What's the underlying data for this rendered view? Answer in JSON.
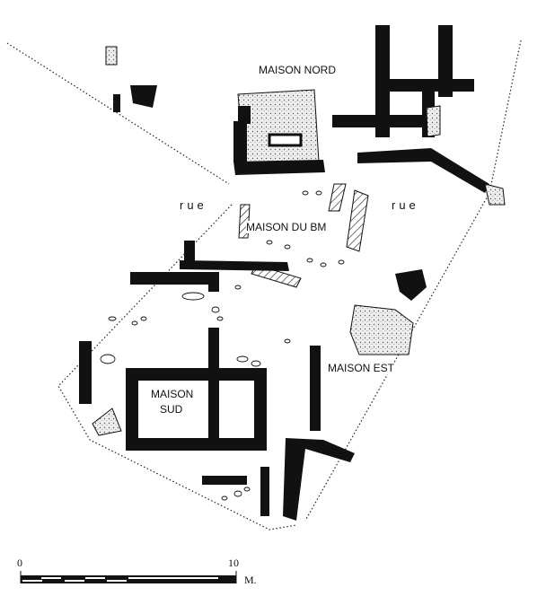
{
  "labels": {
    "maison_nord": "MAISON NORD",
    "rue_left": "rue",
    "rue_right": "rue",
    "maison_du_bm": "MAISON DU BM",
    "maison_est": "MAISON EST",
    "maison_sud_line1": "MAISON",
    "maison_sud_line2": "SUD"
  },
  "scale": {
    "start": "0",
    "end": "10",
    "unit": "M."
  },
  "colors": {
    "wall": "#111111",
    "paving": "#e8e8e8",
    "ink": "#111111"
  }
}
